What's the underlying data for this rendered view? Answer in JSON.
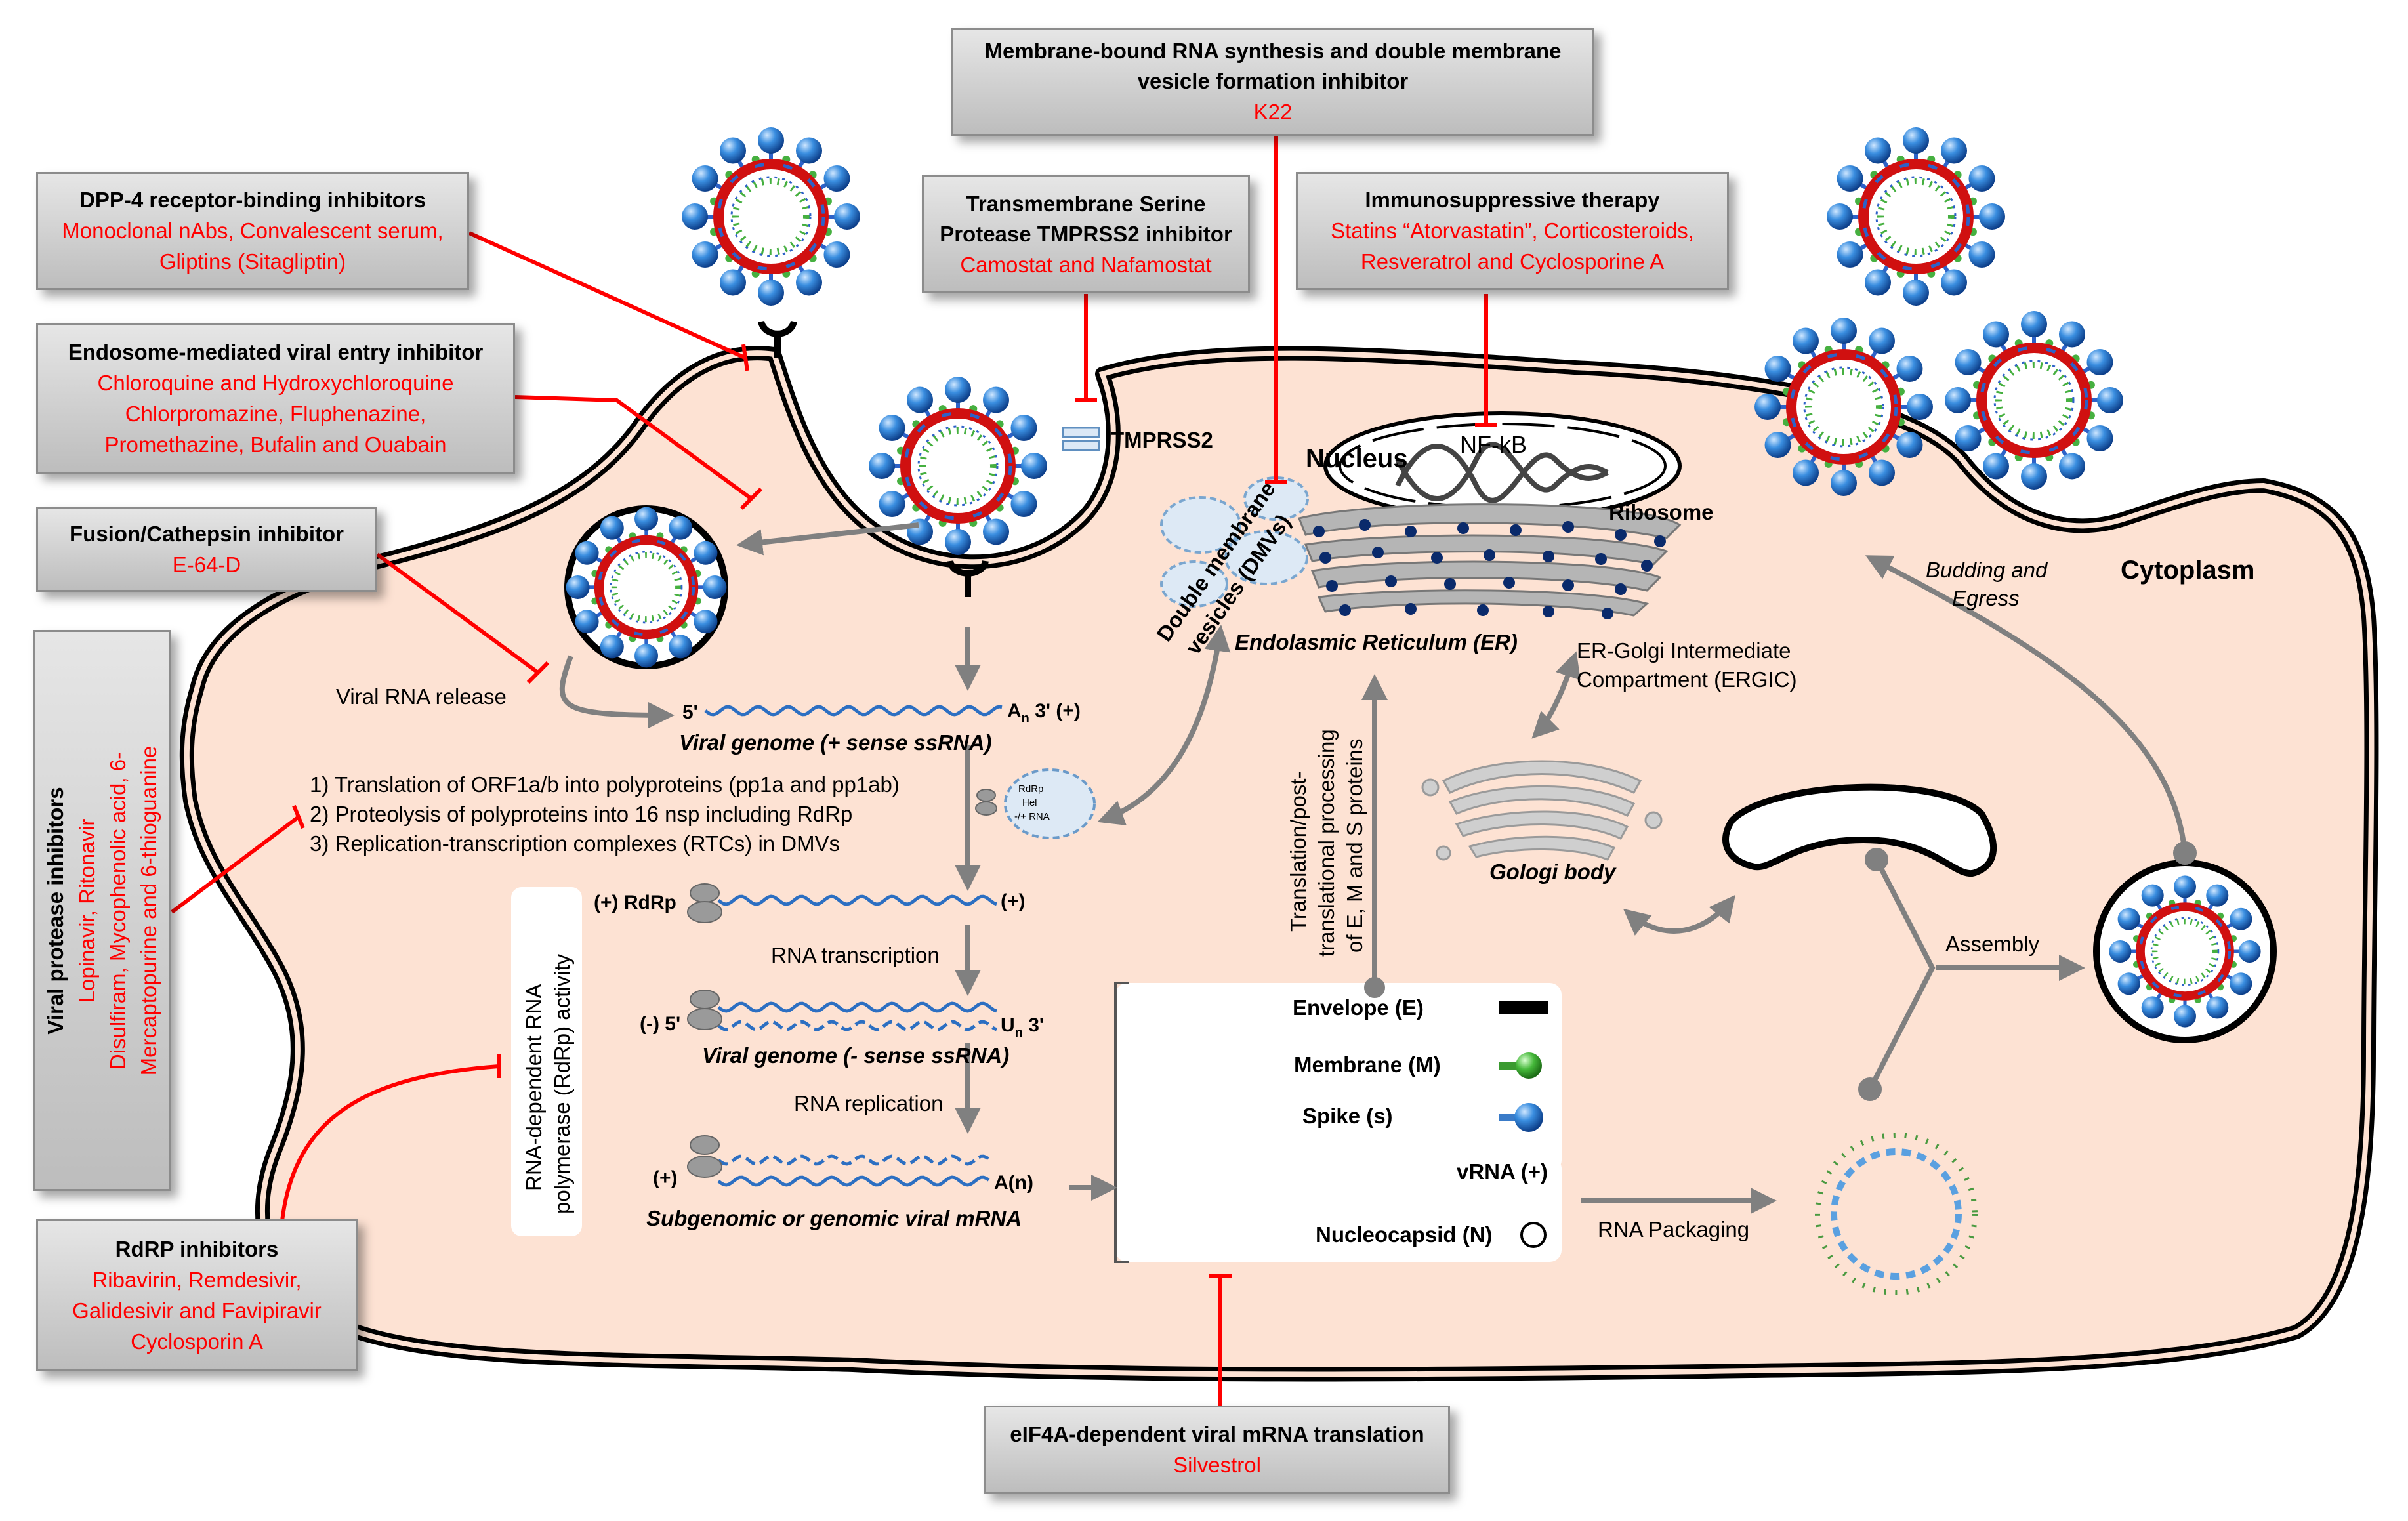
{
  "inhibitors": {
    "membrane": {
      "title": "Membrane-bound RNA synthesis and double membrane vesicle formation inhibitor",
      "drugs": "K22"
    },
    "dpp4": {
      "title": "DPP-4 receptor-binding inhibitors",
      "drugs_1": "Monoclonal nAbs, Convalescent serum,",
      "drugs_2": "Gliptins (Sitagliptin)"
    },
    "tmprss2": {
      "title_1": "Transmembrane Serine",
      "title_2": "Protease TMPRSS2 inhibitor",
      "drugs": "Camostat and Nafamostat"
    },
    "immuno": {
      "title": "Immunosuppressive therapy",
      "drugs_1": "Statins “Atorvastatin”, Corticosteroids,",
      "drugs_2": "Resveratrol  and Cyclosporine A"
    },
    "endosome": {
      "title": "Endosome-mediated viral entry inhibitor",
      "drugs_1": "Chloroquine  and Hydroxychloroquine",
      "drugs_2": "Chlorpromazine,  Fluphenazine,",
      "drugs_3": "Promethazine,  Bufalin and Ouabain"
    },
    "fusion": {
      "title": "Fusion/Cathepsin inhibitor",
      "drugs": "E-64-D"
    },
    "protease": {
      "title": "Viral protease inhibitors",
      "drugs_1": "Lopinavir, Ritonavir",
      "drugs_2": "Disulfiram, Mycophenolic acid, 6-",
      "drugs_3": "Mercaptopurine  and 6-thioguanine"
    },
    "rdrp": {
      "title": "RdRP inhibitors",
      "drugs_1": "Ribavirin, Remdesivir,",
      "drugs_2": "Galidesivir and Favipiravir",
      "drugs_3": "Cyclosporin A"
    },
    "eif4a": {
      "title": "eIF4A-dependent viral mRNA translation",
      "drugs": "Silvestrol"
    }
  },
  "labels": {
    "tmprss2": "TMPRSS2",
    "nucleus": "Nucleus",
    "nfkb": "NF-kB",
    "ribosome": "Ribosome",
    "dmv_1": "Double membrane",
    "dmv_2": "vesicles (DMVs)",
    "er": "Endolasmic Reticulum (ER)",
    "ergic_1": "ER-Golgi Intermediate",
    "ergic_2": "Compartment (ERGIC)",
    "cytoplasm": "Cytoplasm",
    "budding_1": "Budding and",
    "budding_2": "Egress",
    "viral_rna_release": "Viral RNA release",
    "five_prime": "5'",
    "an3": "A",
    "an3_sub": "n",
    "an3_end": " 3' (+)",
    "genome_plus": "Viral genome (+ sense ssRNA)",
    "step1": "1)   Translation of ORF1a/b into polyproteins (pp1a and pp1ab)",
    "step2": "2)   Proteolysis of polyproteins into 16 nsp including RdRp",
    "step3": "3)   Replication-transcription complexes (RTCs) in DMVs",
    "rtc_1": "RdRp",
    "rtc_2": "Hel",
    "rtc_3": "-/+ RNA",
    "rdrp_activity_1": "RNA-dependent RNA",
    "rdrp_activity_2": "polymerase (RdRp) activity",
    "plus_rdrp": "(+) RdRp",
    "plus": "(+)",
    "rna_transcription": "RNA transcription",
    "minus5": "(-) 5'",
    "un3": "U",
    "un3_sub": "n",
    "un3_end": " 3'",
    "genome_minus": "Viral genome (- sense ssRNA)",
    "rna_replication": "RNA replication",
    "plus_left": "(+)",
    "an_end": "A(n)",
    "subgenomic": "Subgenomic or genomic viral mRNA",
    "translation_1": "Translation/post-",
    "translation_2": "translational processing",
    "translation_3": "of E, M and S proteins",
    "envelope": "Envelope (E)",
    "membrane": "Membrane (M)",
    "spike": "Spike (s)",
    "vrna": "vRNA (+)",
    "nucleocapsid": "Nucleocapsid (N)",
    "golgi": "Gologi body",
    "assembly": "Assembly",
    "rna_packaging": "RNA Packaging"
  }
}
